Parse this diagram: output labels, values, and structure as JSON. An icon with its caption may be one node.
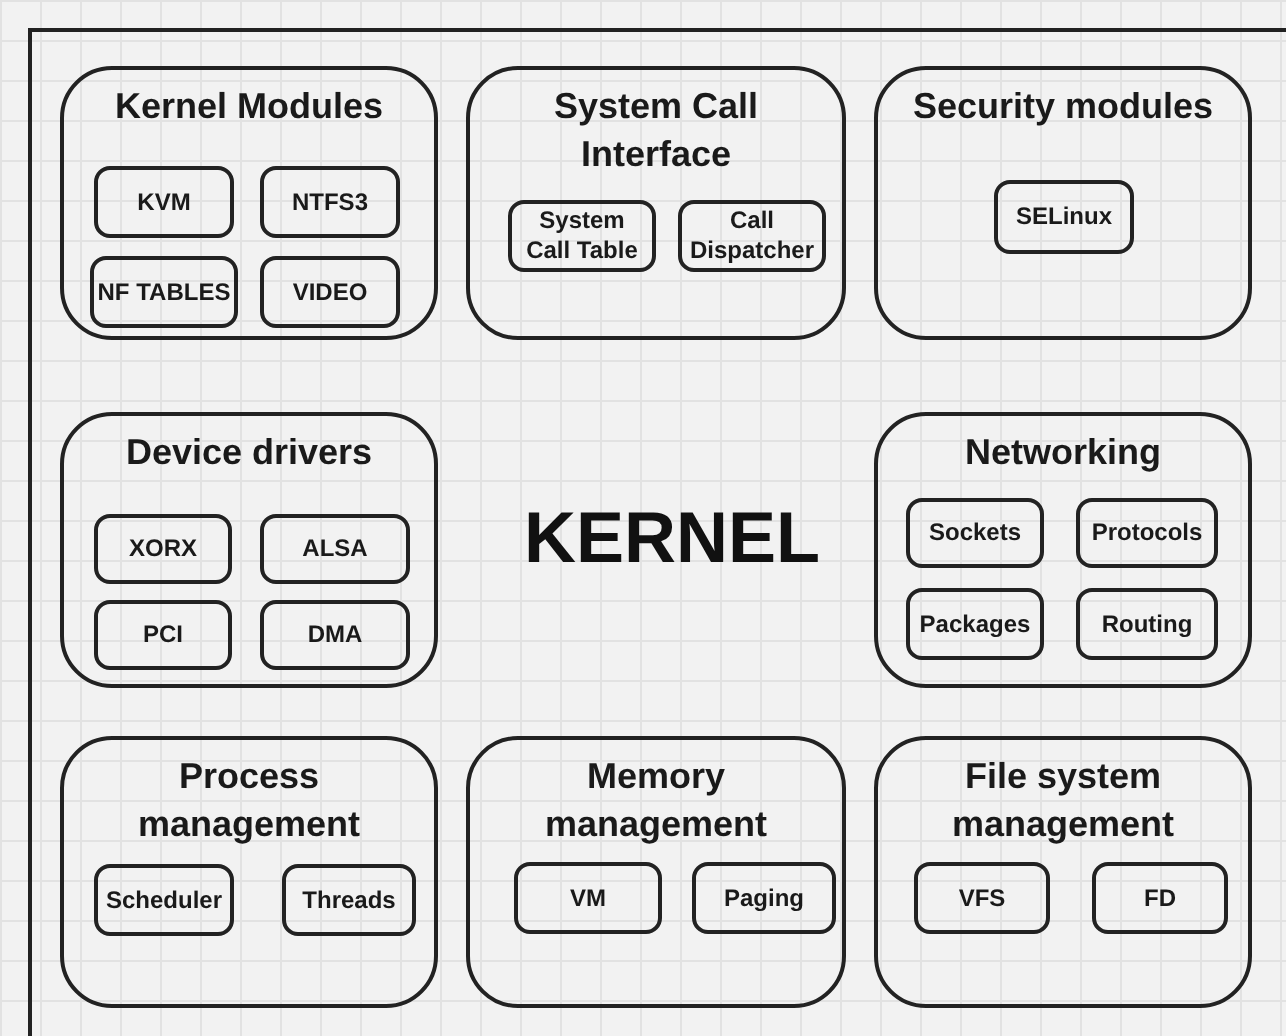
{
  "diagram": {
    "nodes": [
      {
        "text": [
          "KERNEL"
        ]
      },
      {
        "text": [
          "Kernel Modules"
        ],
        "in": 0
      },
      {
        "text": [
          "KVM"
        ],
        "in": 1
      },
      {
        "text": [
          "NTFS3"
        ],
        "in": 1
      },
      {
        "text": [
          "NF TABLES"
        ],
        "in": 1
      },
      {
        "text": [
          "VIDEO"
        ],
        "in": 1
      },
      {
        "text": [
          "System Call Interface"
        ],
        "in": 0
      },
      {
        "text": [
          "System Call Table"
        ],
        "in": 6
      },
      {
        "text": [
          "Call Dispatcher"
        ],
        "in": 6
      },
      {
        "text": [
          "Security modules"
        ],
        "in": 0
      },
      {
        "text": [
          "SELinux"
        ],
        "in": 9
      },
      {
        "text": [
          "Device drivers"
        ],
        "in": 0
      },
      {
        "text": [
          "XORX"
        ],
        "in": 11
      },
      {
        "text": [
          "ALSA"
        ],
        "in": 11
      },
      {
        "text": [
          "PCI"
        ],
        "in": 11
      },
      {
        "text": [
          "DMA"
        ],
        "in": 11
      },
      {
        "text": [
          "Networking"
        ],
        "in": 0
      },
      {
        "text": [
          "Sockets"
        ],
        "in": 16
      },
      {
        "text": [
          "Protocols"
        ],
        "in": 16
      },
      {
        "text": [
          "Packages"
        ],
        "in": 16
      },
      {
        "text": [
          "Routing"
        ],
        "in": 16
      },
      {
        "text": [
          "Process management"
        ],
        "in": 0
      },
      {
        "text": [
          "Scheduler"
        ],
        "in": 21
      },
      {
        "text": [
          "Threads"
        ],
        "in": 21
      },
      {
        "text": [
          "Memory management"
        ],
        "in": 0
      },
      {
        "text": [
          "VM"
        ],
        "in": 24
      },
      {
        "text": [
          "Paging"
        ],
        "in": 24
      },
      {
        "text": [
          "File system management"
        ],
        "in": 0
      },
      {
        "text": [
          "VFS"
        ],
        "in": 27
      },
      {
        "text": [
          "FD"
        ],
        "in": 27
      }
    ]
  }
}
